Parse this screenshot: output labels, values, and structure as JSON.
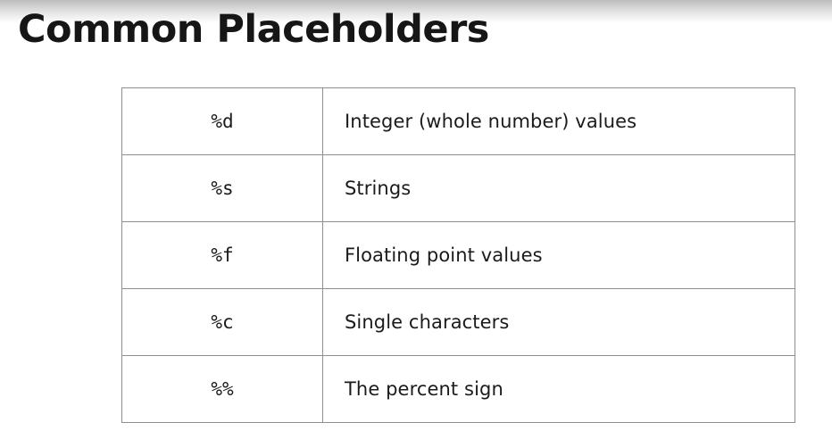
{
  "title": "Common Placeholders",
  "rows": [
    {
      "code": "%d",
      "description": "Integer (whole number) values"
    },
    {
      "code": "%s",
      "description": "Strings"
    },
    {
      "code": "%f",
      "description": "Floating point values"
    },
    {
      "code": "%c",
      "description": "Single characters"
    },
    {
      "code": "%%",
      "description": "The percent sign"
    }
  ]
}
